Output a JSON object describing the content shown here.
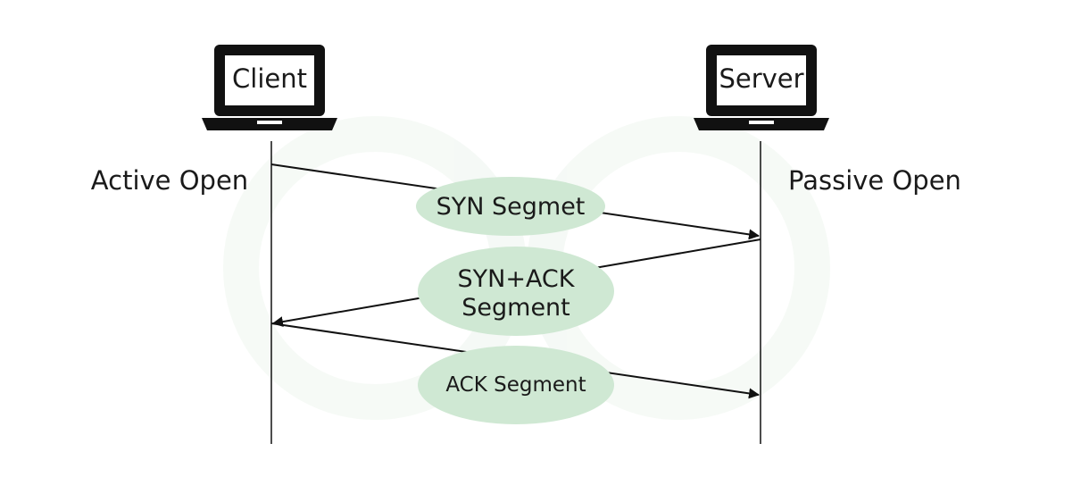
{
  "client": {
    "label": "Client",
    "state": "Active Open",
    "icon": "laptop-icon"
  },
  "server": {
    "label": "Server",
    "state": "Passive Open",
    "icon": "laptop-icon"
  },
  "messages": [
    {
      "label": "SYN Segmet",
      "direction": "client-to-server"
    },
    {
      "label_line1": "SYN+ACK",
      "label_line2": "Segment",
      "direction": "server-to-client"
    },
    {
      "label": "ACK Segment",
      "direction": "client-to-server"
    }
  ],
  "colors": {
    "bubble": "#cfe8d3",
    "line": "#111111",
    "watermark": "#eef5ef"
  }
}
